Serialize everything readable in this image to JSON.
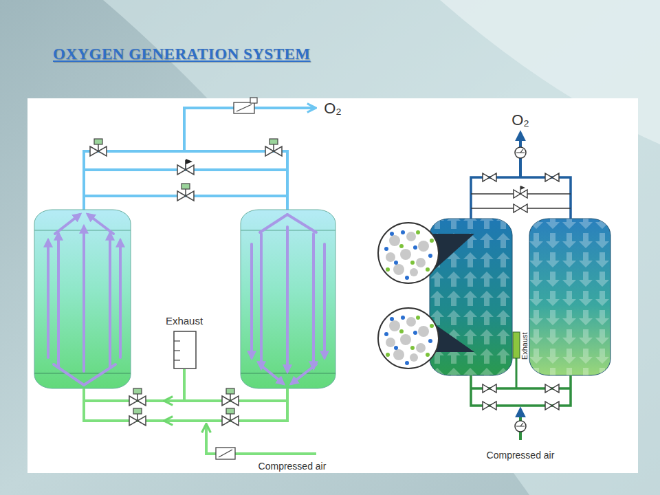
{
  "diagram": {
    "title": "OXYGEN GENERATION SYSTEM",
    "labels": [
      "O₂",
      "Exhaust",
      "Compressed air",
      "O₂",
      "Exhaust",
      "Compressed air"
    ]
  }
}
